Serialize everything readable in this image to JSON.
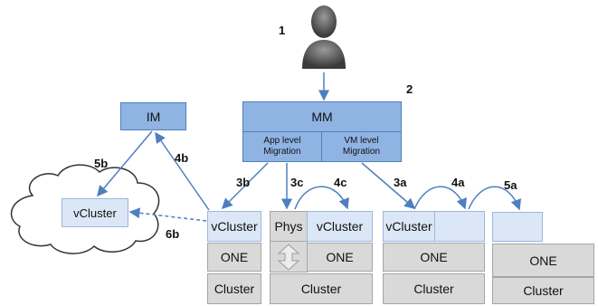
{
  "numbers": {
    "n1": "1",
    "n2": "2",
    "n3a": "3a",
    "n3b": "3b",
    "n3c": "3c",
    "n4a": "4a",
    "n4b": "4b",
    "n4c": "4c",
    "n5a": "5a",
    "n5b": "5b",
    "n6b": "6b"
  },
  "im": "IM",
  "mm": {
    "title": "MM",
    "app_migration": "App level Migration",
    "vm_migration": "VM level Migration"
  },
  "cloud": {
    "vcluster": "vCluster"
  },
  "stack_b": {
    "vcluster": "vCluster",
    "one": "ONE",
    "cluster": "Cluster"
  },
  "stack_c": {
    "phys": "Phys",
    "vcluster": "vCluster",
    "one": "ONE",
    "cluster": "Cluster"
  },
  "stack_a": {
    "vcluster": "vCluster",
    "one": "ONE",
    "cluster": "Cluster"
  },
  "stack_5a": {
    "one": "ONE",
    "cluster": "Cluster"
  },
  "colors": {
    "blue_fill": "#8fb4e3",
    "light_blue_fill": "#dbe7f6",
    "gray_fill": "#d9d9d9",
    "arrow": "#4e7fbf"
  }
}
